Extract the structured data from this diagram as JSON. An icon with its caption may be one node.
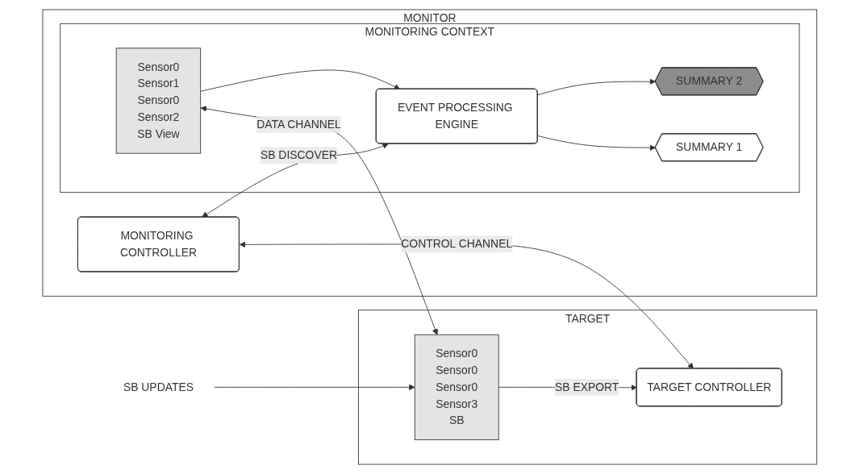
{
  "diagram": {
    "nodes": [
      {
        "text": [
          "MONITOR"
        ]
      },
      {
        "text": [
          "MONITORING CONTROLLER"
        ],
        "in": 0
      },
      {
        "text": [
          "MONITORING CONTEXT"
        ],
        "in": 0
      },
      {
        "text": [
          "EVENT PROCESSING ENGINE"
        ],
        "in": 2
      },
      {
        "text": [
          "Sensor0",
          "Sensor1",
          "Sensor0",
          "Sensor2",
          "SB View"
        ],
        "in": 2
      },
      {
        "text": [
          "SUMMARY 2"
        ],
        "in": 2
      },
      {
        "text": [
          "SUMMARY 1"
        ],
        "in": 2
      },
      {
        "text": [
          "TARGET"
        ]
      },
      {
        "text": [
          "TARGET CONTROLLER"
        ],
        "in": 7
      },
      {
        "text": [
          "Sensor0",
          "Sensor0",
          "Sensor0",
          "Sensor3",
          "SB"
        ],
        "in": 7
      },
      {
        "text": [
          "SB UPDATES"
        ]
      }
    ],
    "edges": [
      {
        "from": 1,
        "to": 8,
        "arrow": "both",
        "label": "CONTROL CHANNEL"
      },
      {
        "from": 1,
        "to": 3,
        "arrow": "both",
        "label": "SB DISCOVER"
      },
      {
        "from": 3,
        "to": 5,
        "arrow": "to"
      },
      {
        "from": 3,
        "to": 6,
        "arrow": "to"
      },
      {
        "from": 4,
        "to": 3,
        "arrow": "to"
      },
      {
        "from": 4,
        "to": 9,
        "arrow": "both",
        "label": "DATA CHANNEL"
      },
      {
        "from": 9,
        "to": 8,
        "arrow": "to",
        "label": "SB EXPORT"
      },
      {
        "from": 10,
        "to": 9,
        "arrow": "to"
      }
    ]
  }
}
